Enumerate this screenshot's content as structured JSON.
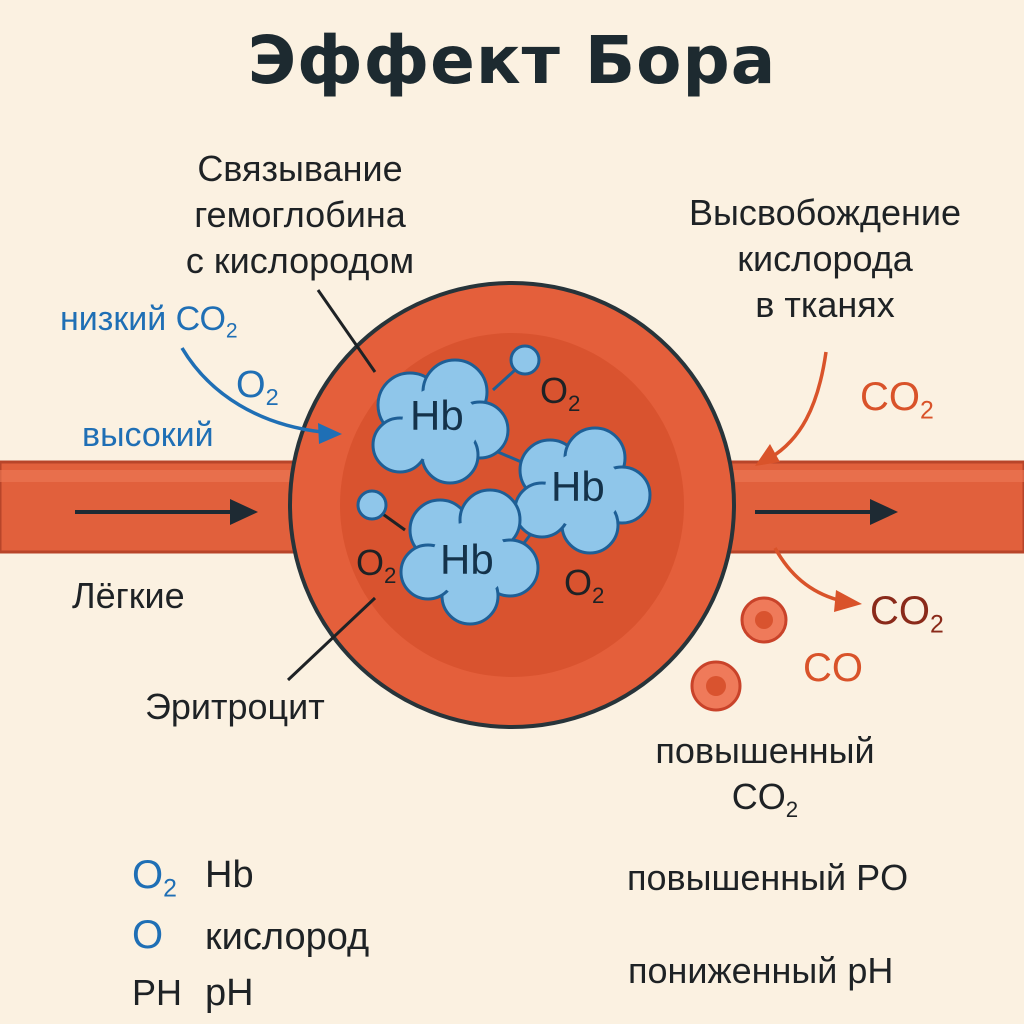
{
  "title": "Эффект Бора",
  "labels": {
    "binding": [
      "Связывание",
      "гемоглобина",
      "с кислородом"
    ],
    "release": [
      "Высвобождение",
      "кислорода",
      "в тканях"
    ],
    "low_co2": "низкий СО",
    "o2_left": "О",
    "high": "высокий",
    "co2_right": "CO",
    "lungs": "Лёгкие",
    "erythrocyte": "Эритроцит",
    "co2_out": "CO",
    "co_out": "CO",
    "elevated_co2_line1": "повышенный",
    "elevated_co2_line2": "CO",
    "elevated_po": "повышенный PO",
    "lowered_ph": "пониженный pH",
    "sub2": "2"
  },
  "cell": {
    "hb_label": "Hb",
    "o2_label": "O",
    "hb_count": 3
  },
  "legend": [
    {
      "symbol": "O",
      "sub": "2",
      "text": "Hb"
    },
    {
      "symbol": "O",
      "sub": "",
      "text": "кислород"
    },
    {
      "symbol": "PH",
      "sub": "",
      "text": "pH"
    }
  ],
  "colors": {
    "background": "#fbf1e1",
    "vessel": "#e1603c",
    "cell_outer": "#e45f3b",
    "cell_inner": "#d9532f",
    "hb_fill": "#8fc6ea",
    "hb_stroke": "#1e5f96",
    "blue_text": "#1f6fb5",
    "red_text": "#d9532a"
  }
}
